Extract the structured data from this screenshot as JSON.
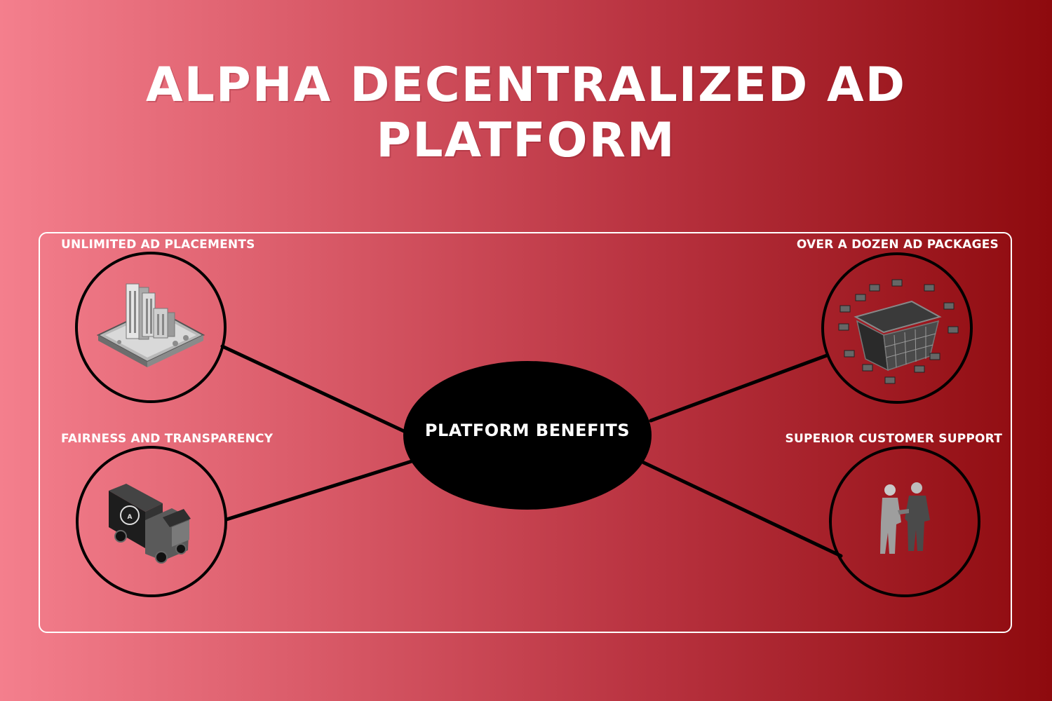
{
  "title": "ALPHA DECENTRALIZED AD PLATFORM",
  "hub": {
    "label": "PLATFORM BENEFITS"
  },
  "benefits": [
    {
      "label": "UNLIMITED AD PLACEMENTS",
      "icon": "city-buildings-icon"
    },
    {
      "label": "FAIRNESS AND TRANSPARENCY",
      "icon": "delivery-truck-icon"
    },
    {
      "label": "OVER A DOZEN AD PACKAGES",
      "icon": "basket-packages-icon"
    },
    {
      "label": "SUPERIOR CUSTOMER SUPPORT",
      "icon": "handshake-people-icon"
    }
  ],
  "colors": {
    "background_start": "#f47f8d",
    "background_end": "#8e0a0e",
    "hub_fill": "#000000",
    "connector": "#000000",
    "text": "#ffffff"
  }
}
